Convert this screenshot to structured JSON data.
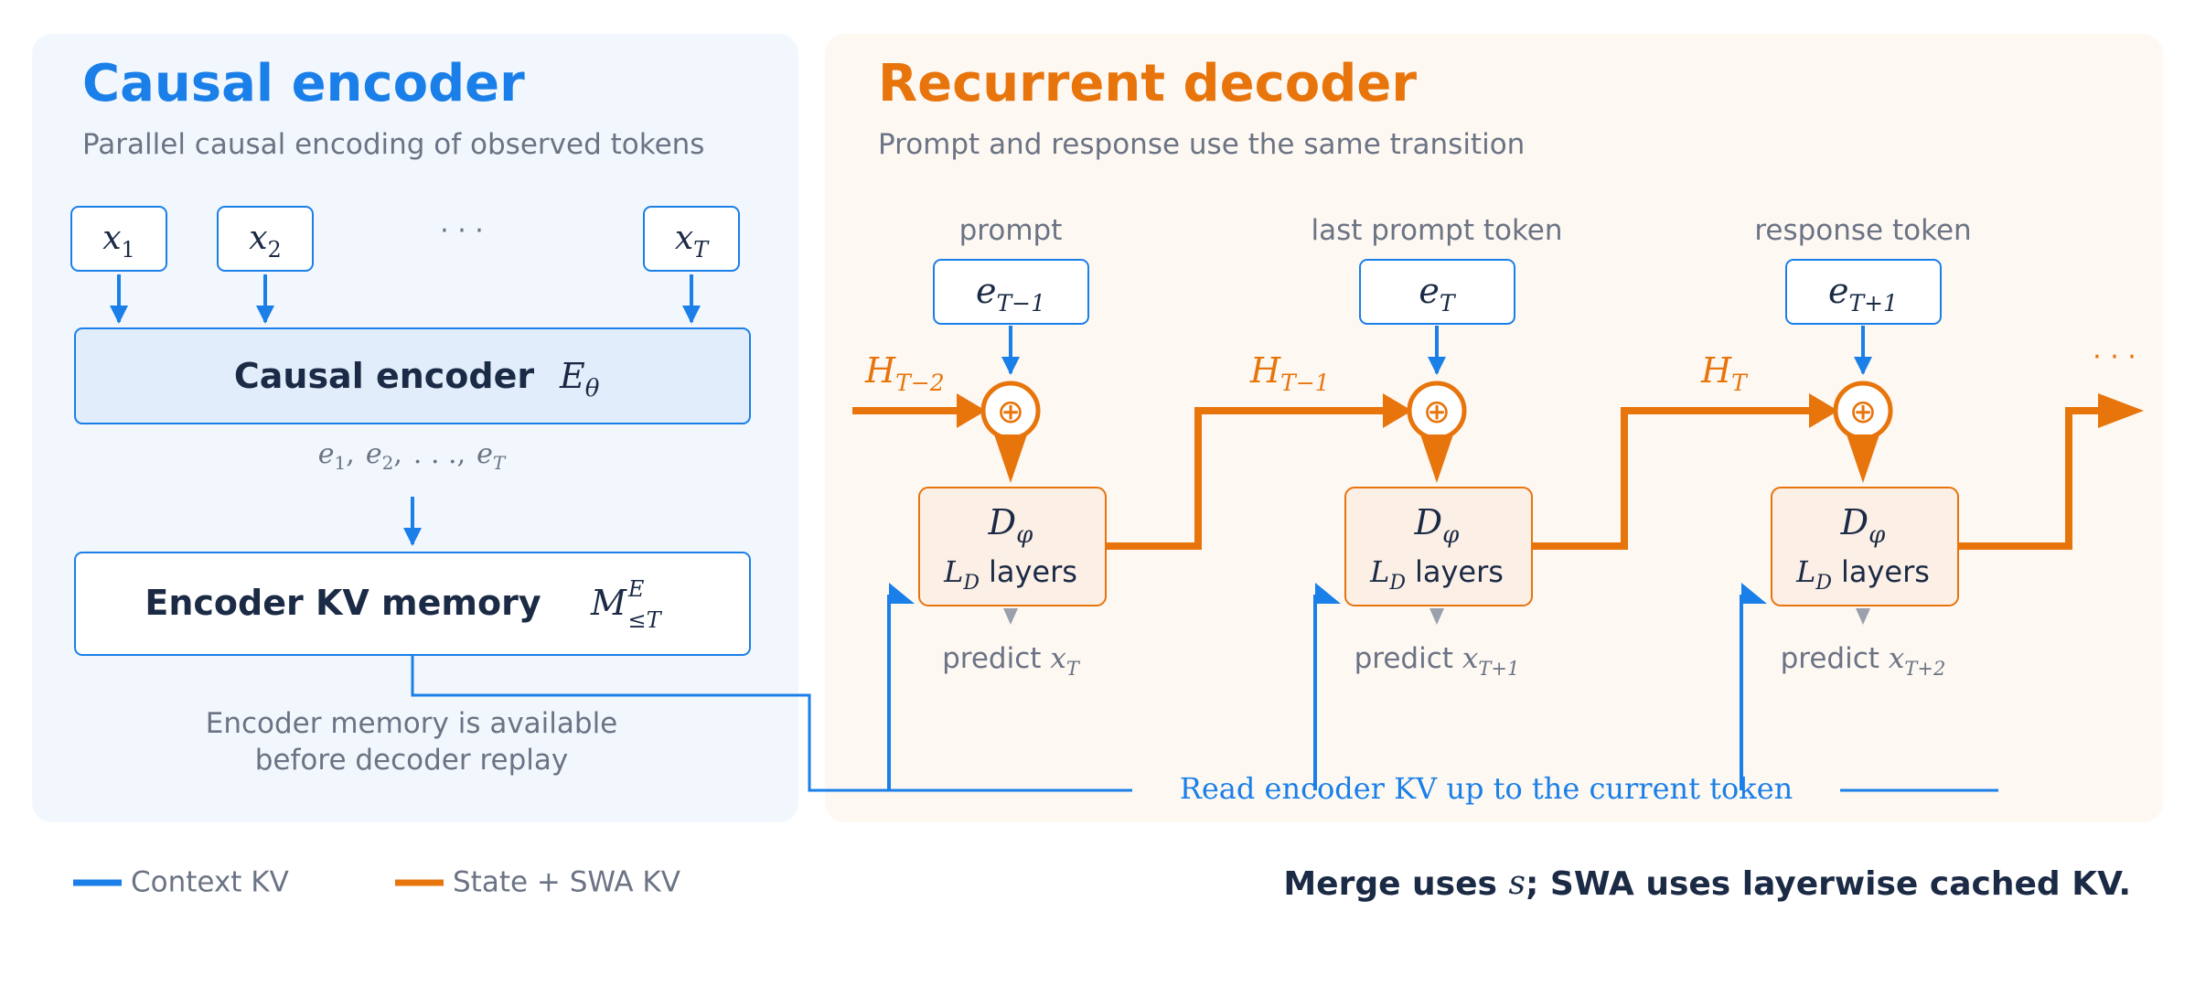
{
  "colors": {
    "blue": "#1a7fe8",
    "orange": "#e8740c",
    "dark": "#1b2a45",
    "gray": "#6b7384",
    "encoder_panel_bg": "#f2f7fd",
    "decoder_panel_bg": "#fdf8f2",
    "encoder_box_fill": "#e1edfb",
    "decoder_box_fill": "#fcefe6"
  },
  "encoder": {
    "title": "Causal encoder",
    "subtitle": "Parallel causal encoding of observed tokens",
    "inputs": [
      {
        "base": "x",
        "sub": "1"
      },
      {
        "base": "x",
        "sub": "2"
      },
      {
        "base": "x",
        "sub": "T"
      }
    ],
    "input_ellipsis": "· · ·",
    "block_label": "Causal encoder",
    "block_symbol": {
      "base": "E",
      "sub": "θ"
    },
    "embeddings": "e₁,  e₂,  . . . ,  eT",
    "embeddings_parts": [
      {
        "base": "e",
        "sub": "1",
        "sep": ","
      },
      {
        "base": "e",
        "sub": "2",
        "sep": ","
      },
      {
        "base": ". . .",
        "sub": "",
        "sep": ","
      },
      {
        "base": "e",
        "sub": "T",
        "sep": ""
      }
    ],
    "memory_label": "Encoder KV memory",
    "memory_symbol": {
      "base": "M",
      "sub": "≤T",
      "sup": "E"
    },
    "note_line1": "Encoder memory is available",
    "note_line2": "before decoder replay"
  },
  "decoder": {
    "title": "Recurrent decoder",
    "subtitle": "Prompt and response use the same transition",
    "steps": [
      {
        "caption": "prompt",
        "input": {
          "base": "e",
          "sub": "T−1"
        },
        "state_in": {
          "base": "H",
          "sub": "T−2"
        },
        "block_symbol": {
          "base": "D",
          "sub": "φ"
        },
        "block_layers": {
          "base": "L",
          "sub": "D",
          "text": "layers"
        },
        "predict": {
          "text": "predict",
          "base": "x",
          "sub": "T"
        }
      },
      {
        "caption": "last prompt token",
        "input": {
          "base": "e",
          "sub": "T"
        },
        "state_in": {
          "base": "H",
          "sub": "T−1"
        },
        "block_symbol": {
          "base": "D",
          "sub": "φ"
        },
        "block_layers": {
          "base": "L",
          "sub": "D",
          "text": "layers"
        },
        "predict": {
          "text": "predict",
          "base": "x",
          "sub": "T+1"
        }
      },
      {
        "caption": "response token",
        "input": {
          "base": "e",
          "sub": "T+1"
        },
        "state_in": {
          "base": "H",
          "sub": "T"
        },
        "block_symbol": {
          "base": "D",
          "sub": "φ"
        },
        "block_layers": {
          "base": "L",
          "sub": "D",
          "text": "layers"
        },
        "predict": {
          "text": "predict",
          "base": "x",
          "sub": "T+2"
        }
      }
    ],
    "merge_symbol": "⊕",
    "trailing_ellipsis": "· · ·",
    "read_kv_label": "Read encoder KV up to the current token"
  },
  "legend": [
    {
      "label": "Context KV",
      "color": "#1a7fe8"
    },
    {
      "label": "State + SWA KV",
      "color": "#e8740c"
    }
  ],
  "footer": {
    "before": "Merge uses ",
    "symbol": "s",
    "after": "; SWA uses layerwise cached KV."
  }
}
